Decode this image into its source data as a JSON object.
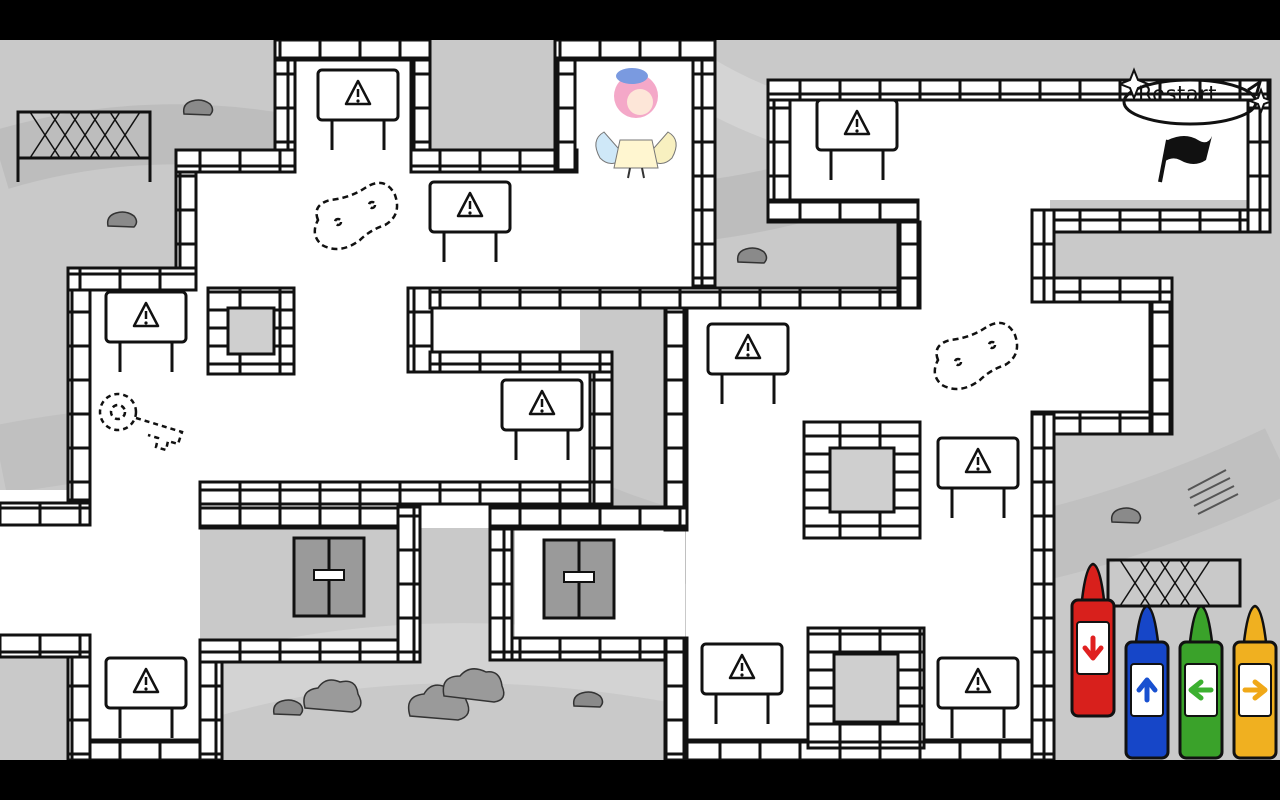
{
  "ui": {
    "restart_label": "Restart"
  },
  "crayons": [
    {
      "name": "red",
      "color": "#d8201c",
      "arrow": "down",
      "arrow_color": "#e02020",
      "selected": true
    },
    {
      "name": "blue",
      "color": "#1646c8",
      "arrow": "up",
      "arrow_color": "#1850d0",
      "selected": false
    },
    {
      "name": "green",
      "color": "#3aa22a",
      "arrow": "left",
      "arrow_color": "#3cb030",
      "selected": false
    },
    {
      "name": "yellow",
      "color": "#f0b020",
      "arrow": "right",
      "arrow_color": "#f0a818",
      "selected": false
    }
  ],
  "colors": {
    "floor": "#ffffff",
    "outside": "#c9c9c9",
    "ink": "#111111",
    "girl_hair": "#f4a8c8",
    "girl_hat": "#7a9ae0"
  },
  "icons": [
    "warning-icon",
    "goal-flag-icon",
    "key-icon",
    "bone-icon",
    "door-icon",
    "grate-icon",
    "fence-icon",
    "rock-icon",
    "cloud-bush-icon",
    "girl-character-icon"
  ]
}
